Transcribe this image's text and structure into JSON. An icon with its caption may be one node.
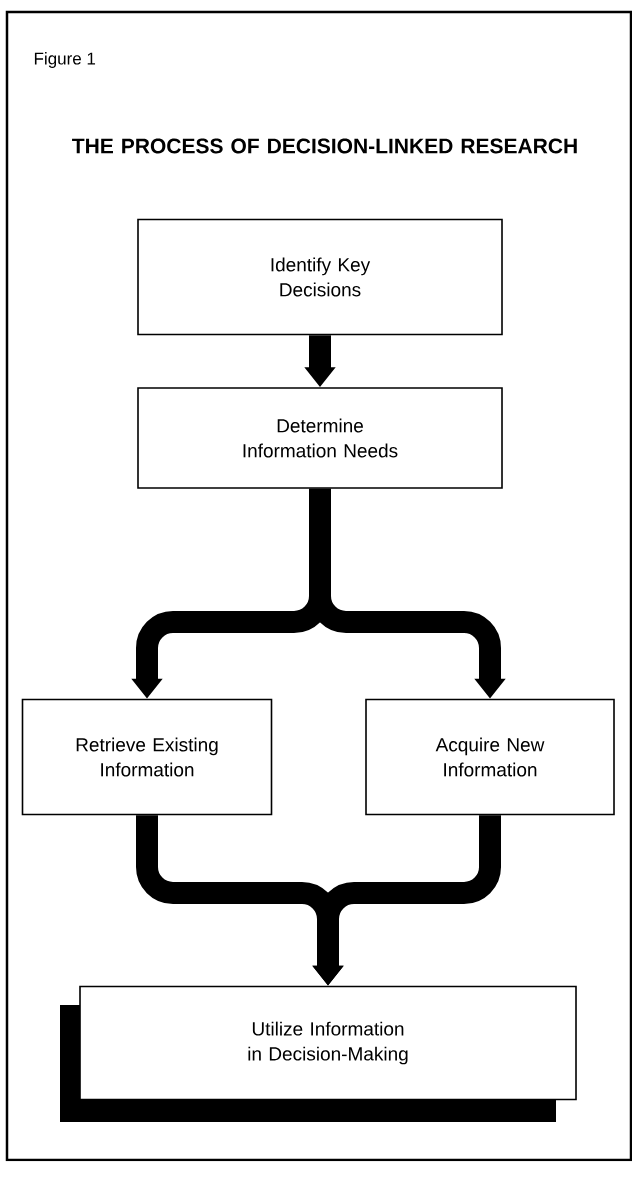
{
  "diagram": {
    "title": "THE PROCESS OF DECISION-LINKED RESEARCH",
    "nodes": [
      {
        "text": [
          "Identify Key Decisions"
        ]
      },
      {
        "text": [
          "Determine Information Needs"
        ]
      },
      {
        "text": [
          "Retrieve Existing Information"
        ]
      },
      {
        "text": [
          "Acquire New Information"
        ]
      },
      {
        "text": [
          "Utilize Information in Decision-Making"
        ]
      }
    ],
    "edges": [
      {
        "from": 0,
        "to": 1,
        "arrow": "to"
      },
      {
        "from": 1,
        "to": 2,
        "arrow": "to"
      },
      {
        "from": 1,
        "to": 3,
        "arrow": "to"
      },
      {
        "from": 2,
        "to": 4,
        "arrow": "to"
      },
      {
        "from": 3,
        "to": 4,
        "arrow": "to"
      }
    ],
    "labels": [
      "Figure 1"
    ]
  }
}
